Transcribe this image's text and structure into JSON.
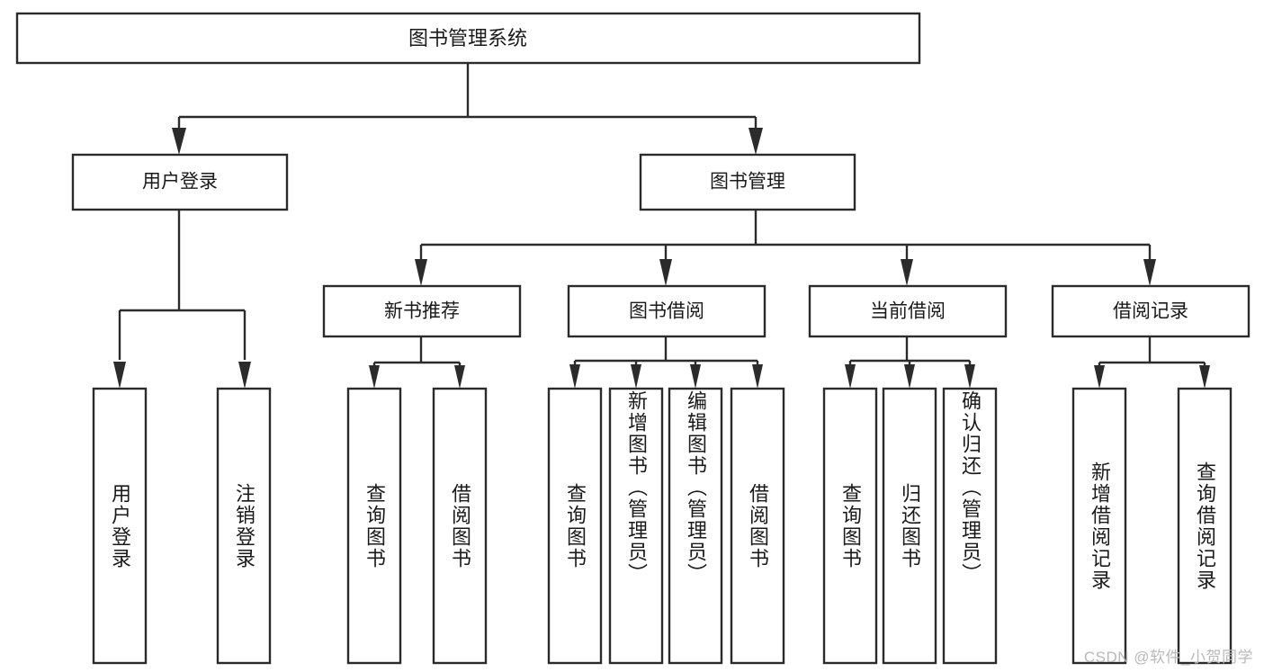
{
  "diagram": {
    "type": "tree-hierarchy",
    "title": "图书管理系统",
    "colors": {
      "background": "#ffffff",
      "box_stroke": "#2b2b2b",
      "box_fill": "#ffffff",
      "text": "#1a1a1a",
      "watermark": "#b9b9b9"
    },
    "root": {
      "label": "图书管理系统"
    },
    "level1": [
      {
        "label": "用户登录"
      },
      {
        "label": "图书管理"
      }
    ],
    "level2": [
      {
        "label": "新书推荐"
      },
      {
        "label": "图书借阅"
      },
      {
        "label": "当前借阅"
      },
      {
        "label": "借阅记录"
      }
    ],
    "leaves": {
      "user_login": [
        {
          "label": "用户登录"
        },
        {
          "label": "注销登录"
        }
      ],
      "new_book_recommend": [
        {
          "label": "查询图书"
        },
        {
          "label": "借阅图书"
        }
      ],
      "book_borrow": [
        {
          "label": "查询图书"
        },
        {
          "label": "新增图书（管理员）"
        },
        {
          "label": "编辑图书（管理员）"
        },
        {
          "label": "借阅图书"
        }
      ],
      "current_borrow": [
        {
          "label": "查询图书"
        },
        {
          "label": "归还图书"
        },
        {
          "label": "确认归还（管理员）"
        }
      ],
      "borrow_records": [
        {
          "label": "新增借阅记录"
        },
        {
          "label": "查询借阅记录"
        }
      ]
    }
  },
  "watermark": {
    "text": "CSDN @软件_小贺同学"
  }
}
